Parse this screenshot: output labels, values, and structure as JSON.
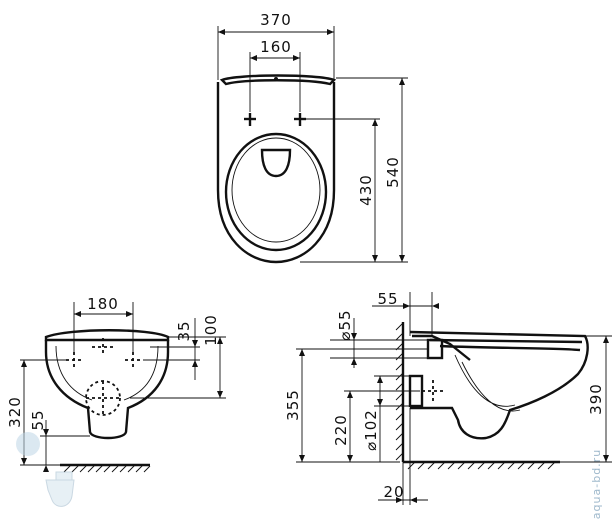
{
  "top_view": {
    "width_overall": "370",
    "fixing_spacing": "160",
    "length_overall": "540",
    "fixing_to_front": "430"
  },
  "front_view": {
    "fixing_spacing": "180",
    "fixing_offset": "35",
    "rim_height": "100",
    "outlet_offset": "55",
    "outlet_height": "320"
  },
  "side_view": {
    "inlet_dia": "⌀55",
    "inlet_projection": "55",
    "fixing_height": "355",
    "outlet_height": "220",
    "outlet_dia": "⌀102",
    "bowl_height": "390",
    "wall_gap": "20"
  },
  "watermark": "aqua-bd.ru",
  "colors": {
    "line": "#111111",
    "watermark": "#9fb9cc"
  },
  "icons": [
    "toilet-logo-icon"
  ]
}
